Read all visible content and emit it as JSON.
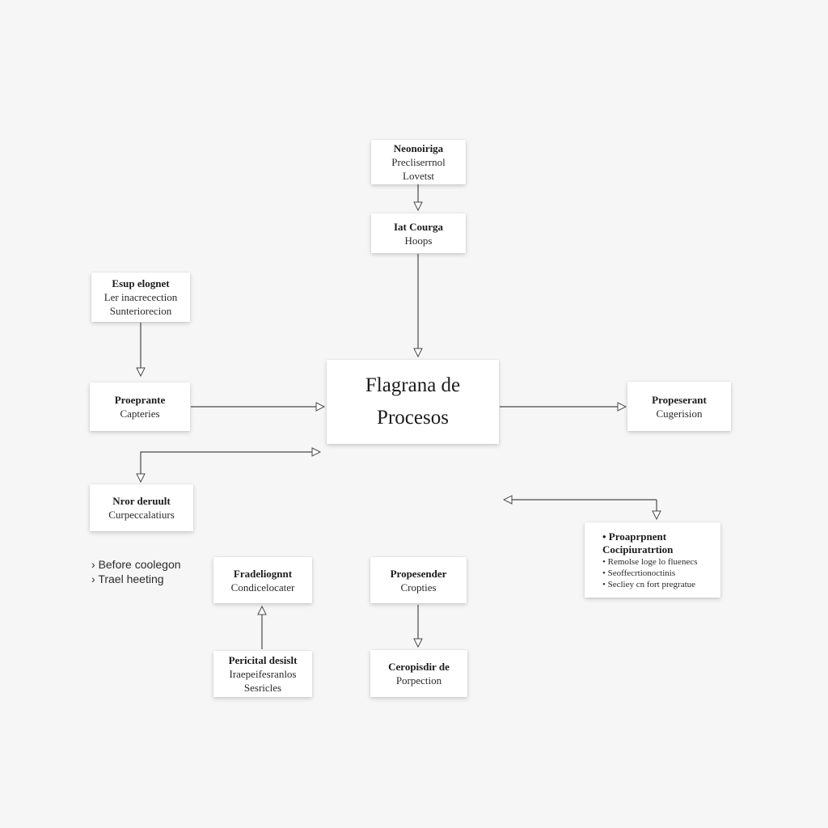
{
  "diagram": {
    "center": {
      "lines": [
        "Flagrana de",
        "Procesos"
      ]
    },
    "top_box_1": {
      "title": "Neonoiriga",
      "lines": [
        "Precliserrnol",
        "Lovetst"
      ]
    },
    "top_box_2": {
      "title": "Iat Courga",
      "lines": [
        "Hoops"
      ]
    },
    "left_top_box": {
      "title": "Esup elognet",
      "lines": [
        "Ler inacrecection",
        "Sunteriorecion"
      ]
    },
    "left_mid_box": {
      "title": "Proeprante",
      "lines": [
        "Capteries"
      ]
    },
    "left_low_box": {
      "title": "Nror deruult",
      "lines": [
        "Curpeccalatiurs"
      ]
    },
    "right_box": {
      "title": "Propeserant",
      "lines": [
        "Cugerision"
      ]
    },
    "right_list_box": {
      "title_lines": [
        "• Proaprpnent",
        "Cocipiuratrtion"
      ],
      "items": [
        "• Remolse loge lo fluenecs",
        "• Seoffecrtionoctinis",
        "• Secliey cn fort pregratue"
      ]
    },
    "bottom_left_box": {
      "title": "Fradeliognnt",
      "lines": [
        "Condicelocater"
      ]
    },
    "bottom_left_lower_box": {
      "title": "Pericital desislt",
      "lines": [
        "Iraepeifesranlos",
        "Sesricles"
      ]
    },
    "bottom_mid_box": {
      "title": "Propesender",
      "lines": [
        "Cropties"
      ]
    },
    "bottom_mid_lower_box": {
      "title": "Ceropisdir de",
      "lines": [
        "Porpection"
      ]
    },
    "bullets": [
      "Before coolegon",
      "Trael heeting"
    ]
  },
  "colors": {
    "background": "#f6f6f6",
    "box": "#ffffff",
    "line": "#4a4a4a",
    "text": "#1c1c1c"
  }
}
